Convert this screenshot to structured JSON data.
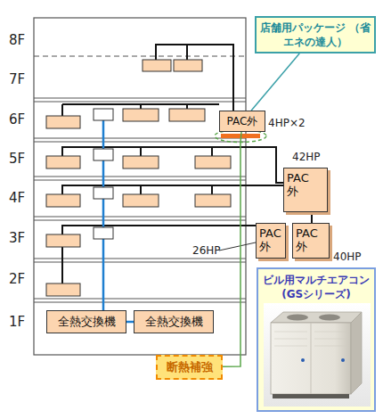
{
  "diagram": {
    "nodes": [
      {
        "text": [
          "店舗用パッケージ （省エネの達人）"
        ]
      },
      {
        "text": [
          "PAC外"
        ]
      },
      {
        "text": [
          "PAC 外"
        ]
      },
      {
        "text": [
          "PAC 外"
        ]
      },
      {
        "text": [
          "PAC 外"
        ]
      },
      {
        "text": [
          "ビル用マルチエアコン (GSシリーズ)"
        ]
      },
      {
        "text": [
          "全熱交換機"
        ]
      },
      {
        "text": [
          "全熱交換機"
        ]
      },
      {
        "text": [
          "断熱補強"
        ]
      }
    ],
    "edges": [
      {
        "from": 0,
        "to": 1,
        "arrow": "none"
      },
      {
        "from": 8,
        "to": 1,
        "arrow": "none"
      },
      {
        "from": 6,
        "to": 7,
        "arrow": "none"
      }
    ],
    "labels": [
      "8F",
      "7F",
      "6F",
      "5F",
      "4F",
      "3F",
      "2F",
      "1F",
      "4HP×2",
      "42HP",
      "26HP",
      "40HP"
    ]
  }
}
